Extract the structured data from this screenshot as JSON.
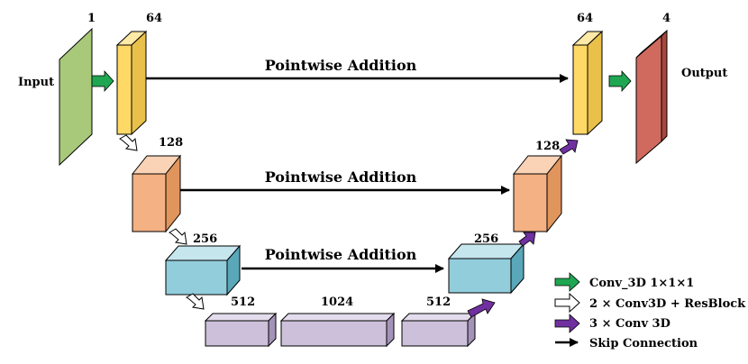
{
  "labels": {
    "input": "Input",
    "output": "Output",
    "skip_top": "Pointwise Addition",
    "skip_mid": "Pointwise Addition",
    "skip_low": "Pointwise Addition"
  },
  "channels": {
    "input": "1",
    "enc1": "64",
    "enc2": "128",
    "enc3": "256",
    "enc4": "512",
    "bottleneck": "1024",
    "dec4": "512",
    "dec3": "256",
    "dec2": "128",
    "dec1": "64",
    "output": "4"
  },
  "legend": [
    {
      "label": "Conv_3D 1×1×1",
      "icon": "green-arrow-icon"
    },
    {
      "label": "2 × Conv3D + ResBlock",
      "icon": "white-arrow-icon"
    },
    {
      "label": "3 × Conv 3D",
      "icon": "purple-arrow-icon"
    },
    {
      "label": "Skip Connection",
      "icon": "black-arrow-icon"
    }
  ],
  "colors": {
    "input": "#a9c97a",
    "level1": "#ffd966",
    "level2": "#f4b183",
    "level3": "#92cddc",
    "level4": "#ccc0da",
    "output": "#d06a5e",
    "green_arrow": "#1fa651",
    "purple_arrow": "#7030a0"
  }
}
